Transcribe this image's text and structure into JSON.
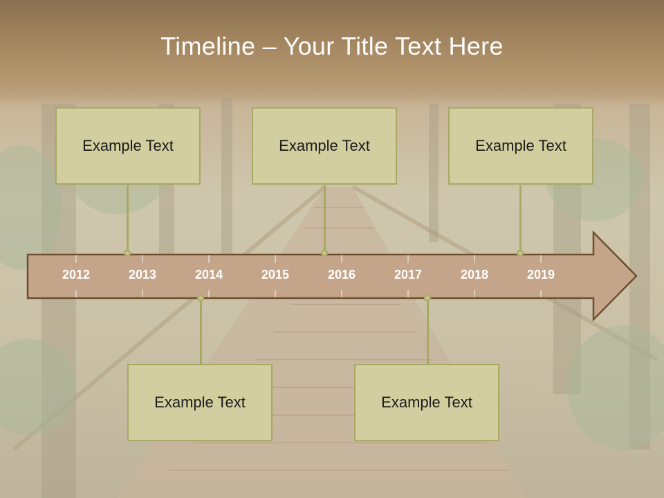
{
  "title": "Timeline – Your Title Text Here",
  "years": [
    "2012",
    "2013",
    "2014",
    "2015",
    "2016",
    "2017",
    "2018",
    "2019"
  ],
  "callouts": [
    {
      "text": "Example Text"
    },
    {
      "text": "Example Text"
    },
    {
      "text": "Example Text"
    },
    {
      "text": "Example Text"
    },
    {
      "text": "Example Text"
    }
  ],
  "colors": {
    "arrow_fill": "#c4a58a",
    "arrow_stroke": "#6b4f2f",
    "callout_fill": "#d2ce9f",
    "callout_border": "#a8a964",
    "title_text": "#ffffff"
  }
}
